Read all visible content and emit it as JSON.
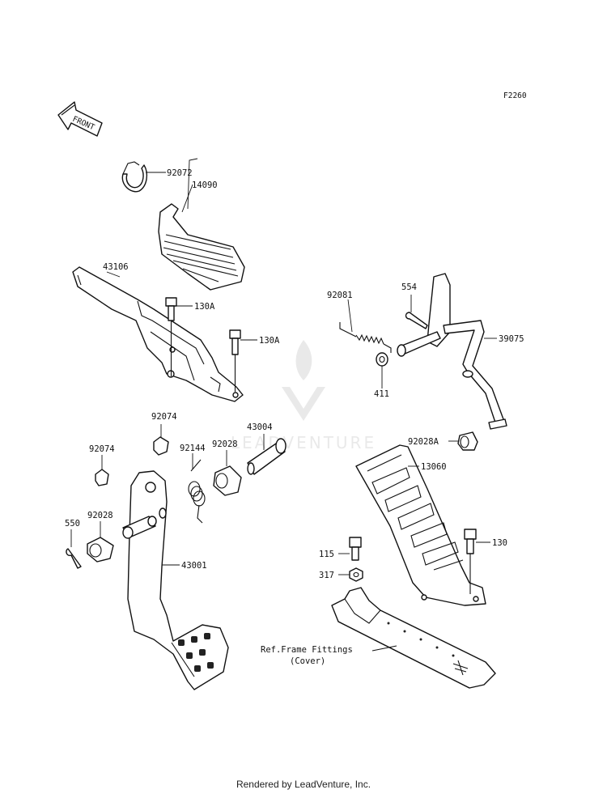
{
  "diagram_code": "F2260",
  "front_marker": "FRONT",
  "watermark": "LEADVENTURE",
  "footer": "Rendered by LeadVenture, Inc.",
  "callouts": {
    "p92072": "92072",
    "p14090": "14090",
    "p43106": "43106",
    "p130A_1": "130A",
    "p130A_2": "130A",
    "p92081": "92081",
    "p554": "554",
    "p39075": "39075",
    "p411": "411",
    "p92074_a": "92074",
    "p92074_b": "92074",
    "p92144": "92144",
    "p92028_a": "92028",
    "p43004": "43004",
    "p92028A": "92028A",
    "p13060": "13060",
    "p550": "550",
    "p92028_b": "92028",
    "p43001": "43001",
    "p115": "115",
    "p130": "130",
    "p317": "317",
    "ref_line1": "Ref.Frame Fittings",
    "ref_line2": "(Cover)"
  }
}
